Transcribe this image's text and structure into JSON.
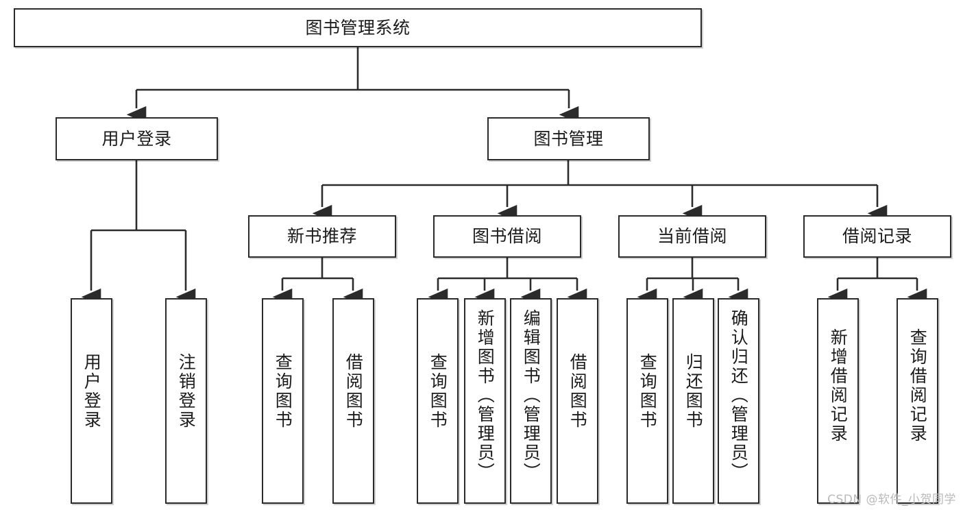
{
  "diagram": {
    "type": "tree",
    "title": "图书管理系统",
    "root": {
      "id": "root",
      "label": "图书管理系统"
    },
    "level2": [
      {
        "id": "user-login",
        "label": "用户登录"
      },
      {
        "id": "book-manage",
        "label": "图书管理"
      }
    ],
    "level3": [
      {
        "id": "new-book-recommend",
        "label": "新书推荐",
        "parent": "book-manage"
      },
      {
        "id": "book-borrow",
        "label": "图书借阅",
        "parent": "book-manage"
      },
      {
        "id": "current-borrow",
        "label": "当前借阅",
        "parent": "book-manage"
      },
      {
        "id": "borrow-record",
        "label": "借阅记录",
        "parent": "book-manage"
      }
    ],
    "leaves": [
      {
        "id": "leaf-user-login",
        "label": "用户登录",
        "parent": "user-login"
      },
      {
        "id": "leaf-logout",
        "label": "注销登录",
        "parent": "user-login"
      },
      {
        "id": "leaf-query-book-1",
        "label": "查询图书",
        "parent": "new-book-recommend"
      },
      {
        "id": "leaf-borrow-book-1",
        "label": "借阅图书",
        "parent": "new-book-recommend"
      },
      {
        "id": "leaf-query-book-2",
        "label": "查询图书",
        "parent": "book-borrow"
      },
      {
        "id": "leaf-add-book",
        "label": "新增图书（管理员）",
        "parent": "book-borrow"
      },
      {
        "id": "leaf-edit-book",
        "label": "编辑图书（管理员）",
        "parent": "book-borrow"
      },
      {
        "id": "leaf-borrow-book-2",
        "label": "借阅图书",
        "parent": "book-borrow"
      },
      {
        "id": "leaf-query-book-3",
        "label": "查询图书",
        "parent": "current-borrow"
      },
      {
        "id": "leaf-return-book",
        "label": "归还图书",
        "parent": "current-borrow"
      },
      {
        "id": "leaf-confirm-return",
        "label": "确认归还（管理员）",
        "parent": "current-borrow"
      },
      {
        "id": "leaf-add-record",
        "label": "新增借阅记录",
        "parent": "borrow-record"
      },
      {
        "id": "leaf-query-record",
        "label": "查询借阅记录",
        "parent": "borrow-record"
      }
    ],
    "colors": {
      "stroke": "#2b2b2b",
      "fill": "#ffffff",
      "text": "#1b1b1b",
      "watermark": "#b9b9b9"
    }
  },
  "watermark": {
    "text": "CSDN @软件_小贺同学"
  }
}
